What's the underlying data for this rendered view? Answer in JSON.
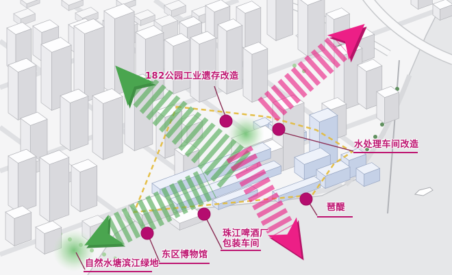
{
  "diagram": {
    "kind": "urban-design-axes-masterplan",
    "language": "zh"
  },
  "labels": {
    "park182": "182公园工业遗存改造",
    "waterPlant": "水处理车间改造",
    "pati": "琶醍",
    "brewery1": "珠江啤酒厂",
    "brewery2": "包装车间",
    "museum": "东区博物馆",
    "pond": "自然水塘滨江绿地"
  },
  "annotations": [
    {
      "id": "park-182",
      "text": "182公园工业遗存改造",
      "marker": "magenta-dot"
    },
    {
      "id": "water-treatment-workshop",
      "text": "水处理车间改造",
      "marker": "magenta-dot",
      "underlined": true
    },
    {
      "id": "pati",
      "text": "琶醍",
      "marker": "magenta-dot",
      "underlined": true
    },
    {
      "id": "pearl-river-brewery-packaging-workshop",
      "text": "珠江啤酒厂包装车间",
      "marker": "magenta-dot",
      "underlined": true
    },
    {
      "id": "east-district-museum",
      "text": "东区博物馆",
      "marker": "magenta-dot",
      "underlined": true
    },
    {
      "id": "natural-pond-riverside-green",
      "text": "自然水塘滨江绿地",
      "marker": "green-glow",
      "underlined": true
    }
  ],
  "arrows": [
    {
      "color": "green",
      "style": "striped",
      "direction": "up-left"
    },
    {
      "color": "green",
      "style": "striped",
      "direction": "down-left"
    },
    {
      "color": "pink",
      "style": "striped",
      "direction": "up-right"
    },
    {
      "color": "pink",
      "style": "striped",
      "direction": "down-right"
    }
  ],
  "site_boundary": {
    "style": "dashed",
    "color_name": "yellow"
  },
  "colors": {
    "label_magenta": "#bd1470",
    "dot_magenta": "#b50d6f",
    "arrow_pink": "#ea1f83",
    "arrow_pink_dark": "#b51367",
    "arrow_green": "#52ab55",
    "arrow_green_dark": "#3f8f44",
    "boundary_yellow": "#e3bc3f",
    "site_blue": "#dde4f3",
    "river_grey": "#e6e7e9"
  }
}
